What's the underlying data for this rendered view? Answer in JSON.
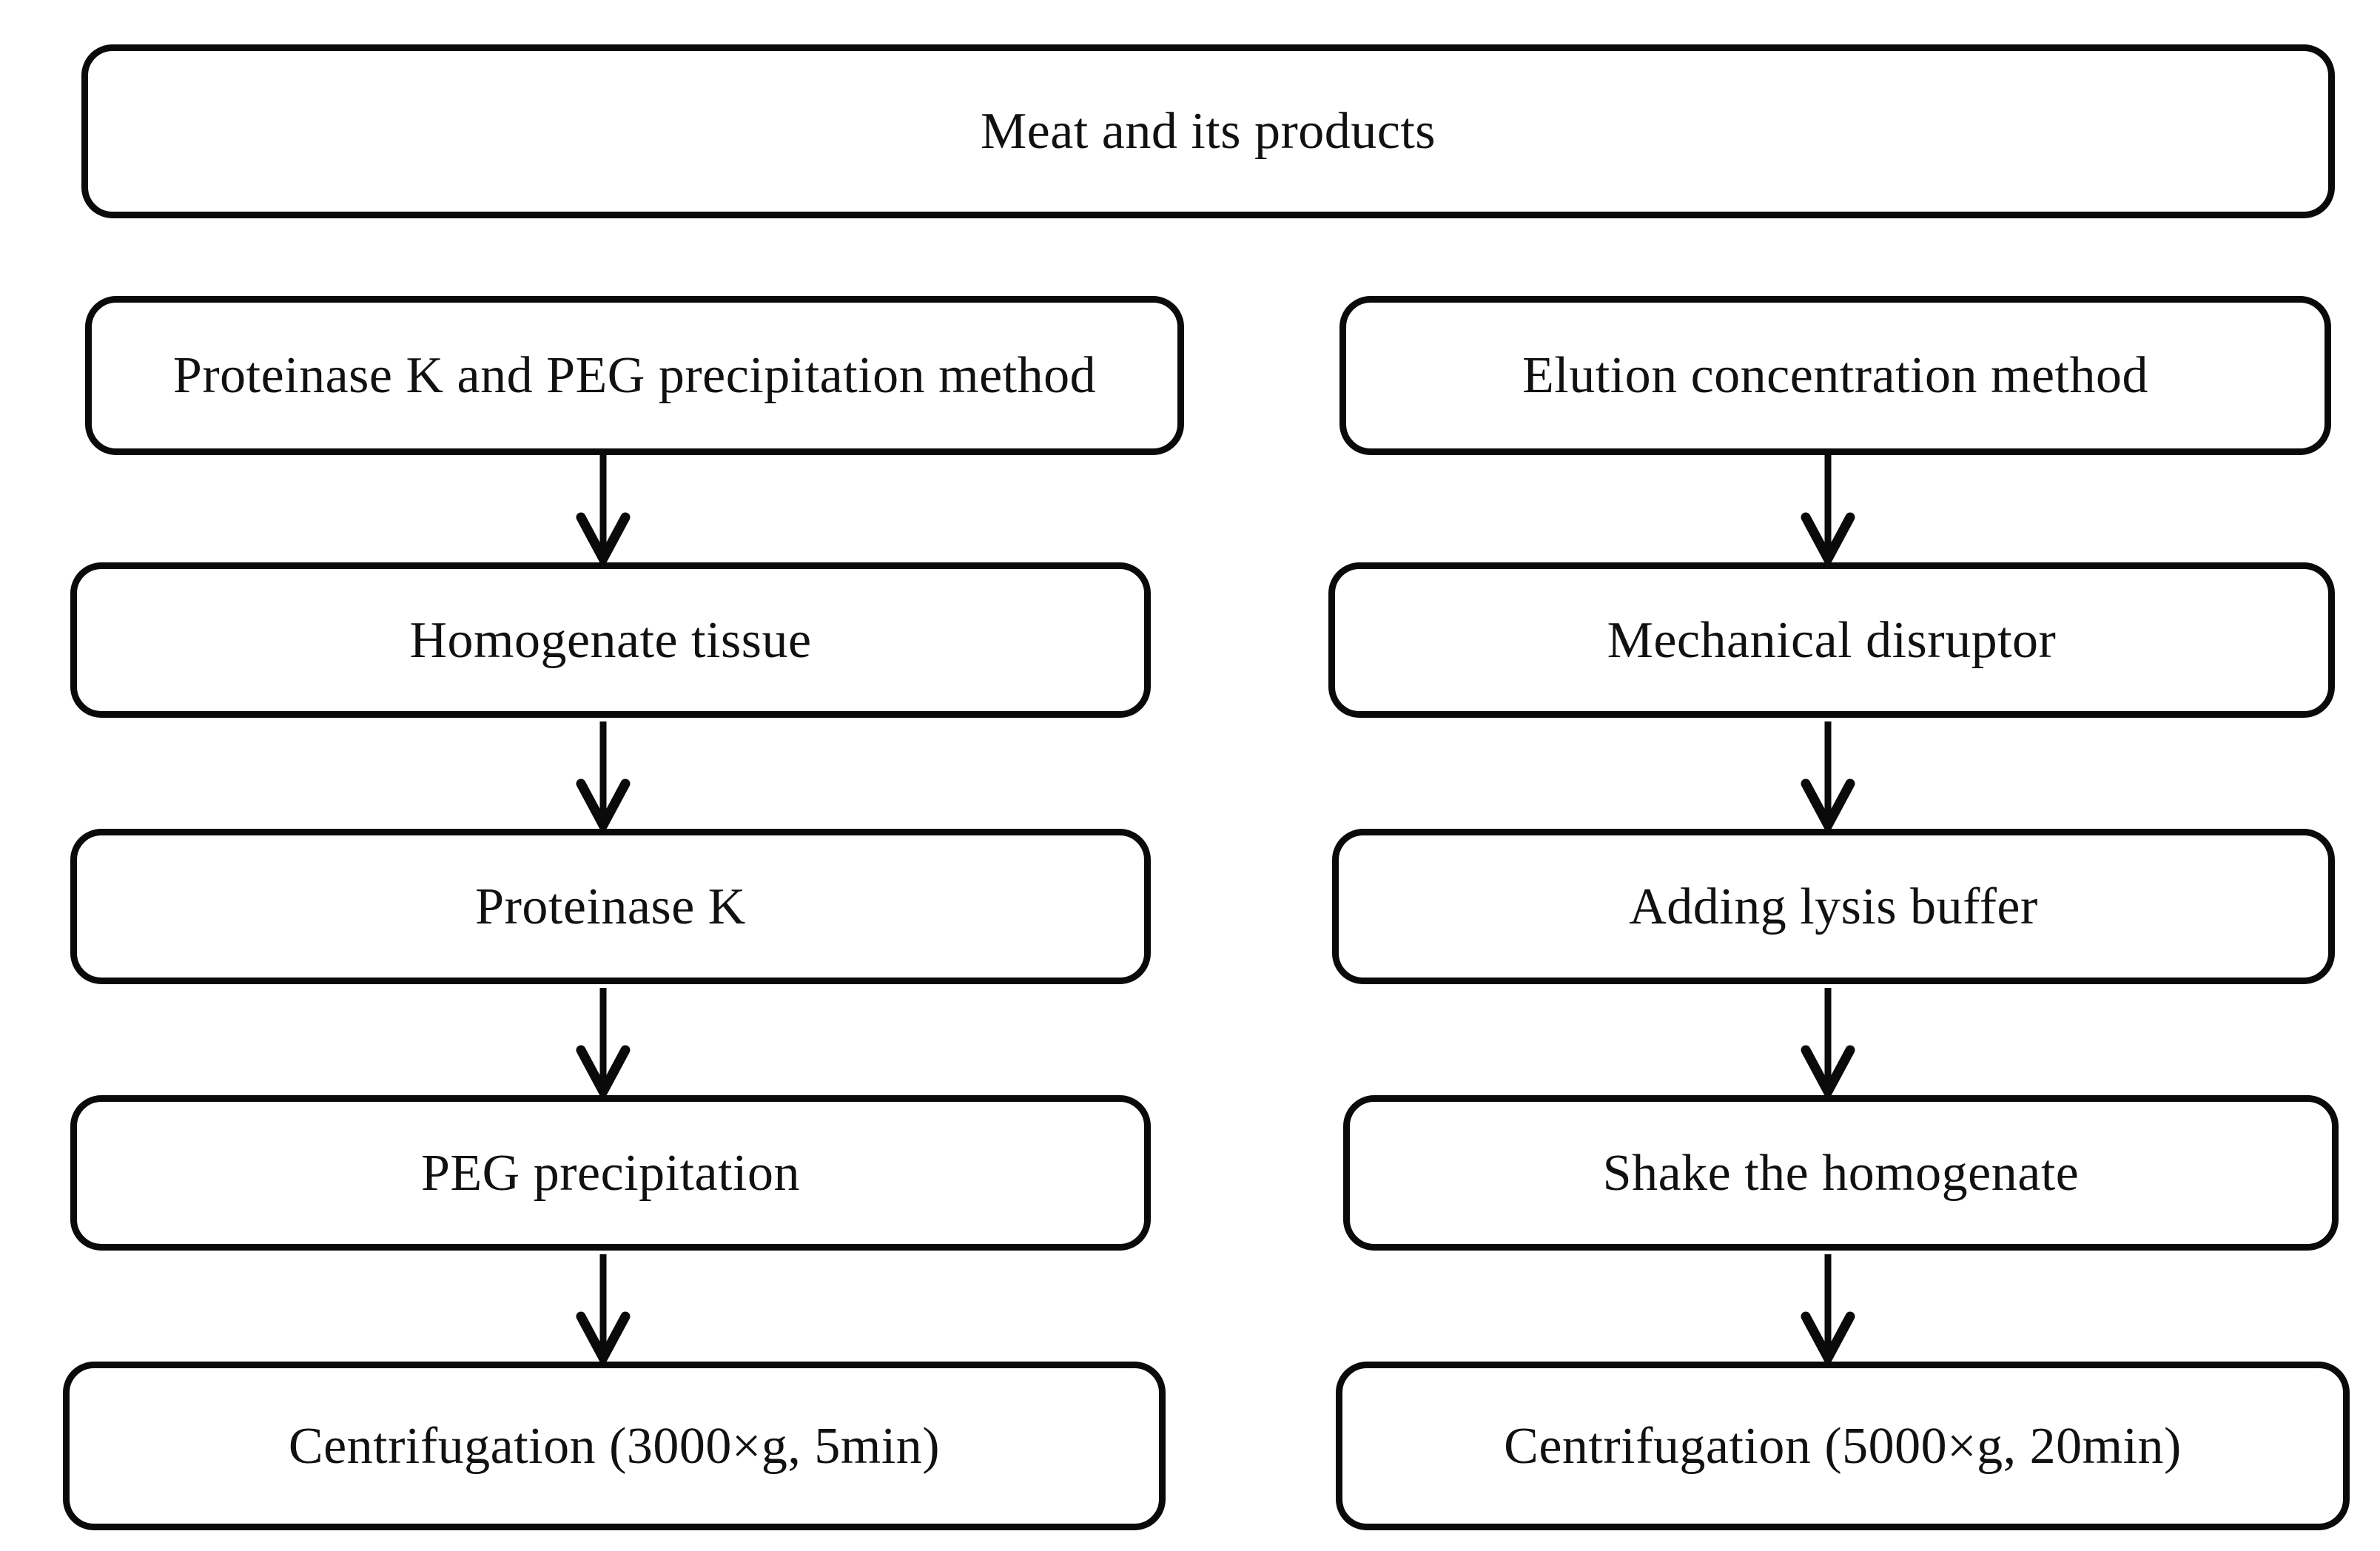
{
  "flowchart": {
    "root_label": "Meat and its products",
    "left_branch": {
      "method_label": "Proteinase K and PEG precipitation method",
      "steps": [
        "Homogenate tissue",
        "Proteinase K",
        "PEG precipitation",
        "Centrifugation (3000×g, 5min)"
      ]
    },
    "right_branch": {
      "method_label": "Elution concentration method",
      "steps": [
        "Mechanical disruptor",
        "Adding lysis buffer",
        "Shake the homogenate",
        "Centrifugation (5000×g, 20min)"
      ]
    },
    "colors": {
      "line": "#0a0a0a",
      "text": "#111111",
      "background": "#ffffff"
    }
  }
}
